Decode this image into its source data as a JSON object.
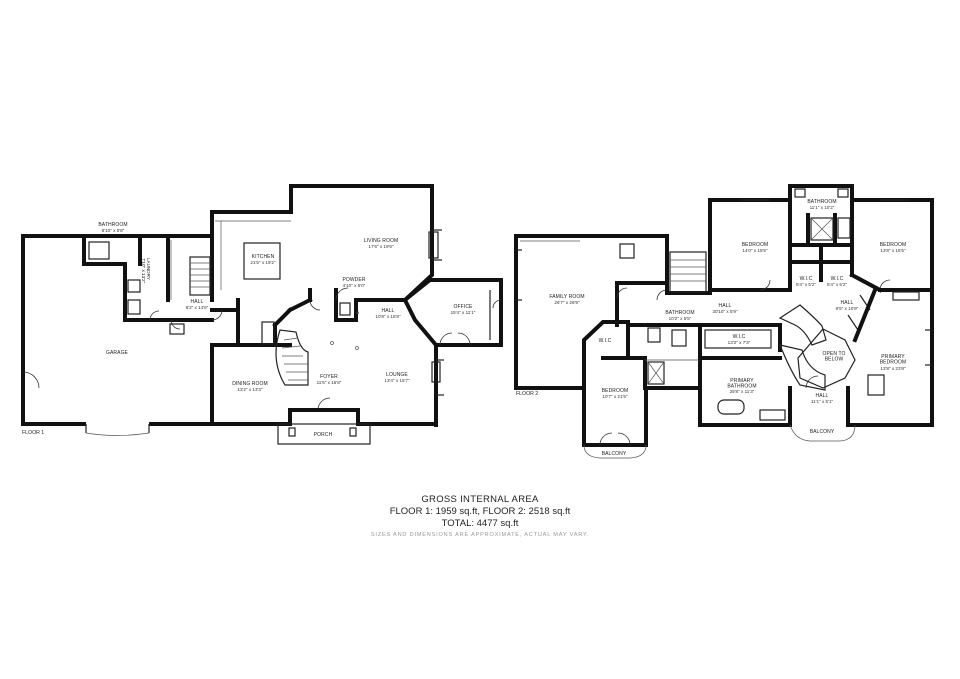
{
  "floor1": {
    "label": "FLOOR 1",
    "rooms": [
      {
        "id": "bathroom",
        "name": "BATHROOM",
        "dim": "8'10\" x 5'8\""
      },
      {
        "id": "garage",
        "name": "GARAGE",
        "dim": ""
      },
      {
        "id": "hall-a",
        "name": "HALL",
        "dim": "8'2\" x 14'6\""
      },
      {
        "id": "kitchen",
        "name": "KITCHEN",
        "dim": "21'5\" x 19'2\""
      },
      {
        "id": "living-room",
        "name": "LIVING ROOM",
        "dim": "17'6\" x 19'6\""
      },
      {
        "id": "powder",
        "name": "POWDER",
        "dim": "4'10\" x 5'0\""
      },
      {
        "id": "hall-b",
        "name": "HALL",
        "dim": "10'8\" x 15'8\""
      },
      {
        "id": "office",
        "name": "OFFICE",
        "dim": "15'4\" x 11'1\""
      },
      {
        "id": "dining-room",
        "name": "DINING ROOM",
        "dim": "13'2\" x 13'3\""
      },
      {
        "id": "foyer",
        "name": "FOYER",
        "dim": "11'5\" x 15'8\""
      },
      {
        "id": "lounge",
        "name": "LOUNGE",
        "dim": "13'4\" x 15'7\""
      },
      {
        "id": "porch",
        "name": "PORCH",
        "dim": ""
      }
    ],
    "laundry": {
      "name": "LAUNDRY",
      "dim": "7'10\" x 13'2\""
    }
  },
  "floor2": {
    "label": "FLOOR 2",
    "rooms": [
      {
        "id": "family-room",
        "name": "FAMILY ROOM",
        "dim": "26'7\" x 26'9\""
      },
      {
        "id": "wic-a",
        "name": "W.I.C",
        "dim": ""
      },
      {
        "id": "bedroom-a",
        "name": "BEDROOM",
        "dim": "10'7\" x 21'5\""
      },
      {
        "id": "balcony-a",
        "name": "BALCONY",
        "dim": ""
      },
      {
        "id": "bathroom-a",
        "name": "BATHROOM",
        "dim": "10'2\" x 5'5\""
      },
      {
        "id": "bedroom-b",
        "name": "BEDROOM",
        "dim": "14'0\" x 15'5\""
      },
      {
        "id": "bathroom-b",
        "name": "BATHROOM",
        "dim": "11'1\" x 10'2\""
      },
      {
        "id": "bedroom-c",
        "name": "BEDROOM",
        "dim": "13'8\" x 15'5\""
      },
      {
        "id": "wic-b",
        "name": "W.I.C",
        "dim": "5'4\" x 5'2\""
      },
      {
        "id": "wic-c",
        "name": "W.I.C",
        "dim": "5'4\" x 5'2\""
      },
      {
        "id": "hall-c",
        "name": "HALL",
        "dim": "30'10\" x 5'9\""
      },
      {
        "id": "hall-d",
        "name": "HALL",
        "dim": "9'5\" x 10'9\""
      },
      {
        "id": "wic-d",
        "name": "W.I.C",
        "dim": "13'2\" x 7'3\""
      },
      {
        "id": "open-below",
        "name": "OPEN TO BELOW",
        "dim": ""
      },
      {
        "id": "primary-bathroom",
        "name": "PRIMARY BATHROOM",
        "dim": "25'8\" x 11'3\""
      },
      {
        "id": "primary-bedroom",
        "name": "PRIMARY BEDROOM",
        "dim": "13'8\" x 23'8\""
      },
      {
        "id": "hall-e",
        "name": "HALL",
        "dim": "11'1\" x 5'1\""
      },
      {
        "id": "balcony-b",
        "name": "BALCONY",
        "dim": ""
      }
    ]
  },
  "summary": {
    "heading": "GROSS INTERNAL AREA",
    "floors": "FLOOR 1: 1959 sq.ft, FLOOR 2: 2518 sq.ft",
    "total": "TOTAL: 4477 sq.ft",
    "disclaimer": "SIZES AND DIMENSIONS ARE APPROXIMATE, ACTUAL MAY VARY."
  }
}
